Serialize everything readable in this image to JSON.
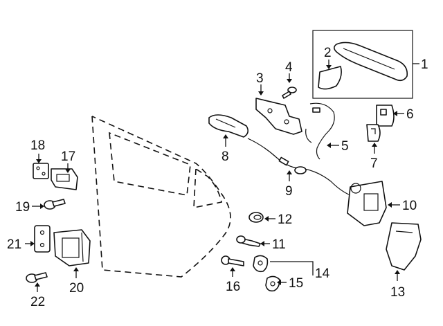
{
  "callouts": [
    {
      "id": "c1",
      "text": "1"
    },
    {
      "id": "c2",
      "text": "2"
    },
    {
      "id": "c3",
      "text": "3"
    },
    {
      "id": "c4",
      "text": "4"
    },
    {
      "id": "c5",
      "text": "5"
    },
    {
      "id": "c6",
      "text": "6"
    },
    {
      "id": "c7",
      "text": "7"
    },
    {
      "id": "c8",
      "text": "8"
    },
    {
      "id": "c9",
      "text": "9"
    },
    {
      "id": "c10",
      "text": "10"
    },
    {
      "id": "c11",
      "text": "11"
    },
    {
      "id": "c12",
      "text": "12"
    },
    {
      "id": "c13",
      "text": "13"
    },
    {
      "id": "c14",
      "text": "14"
    },
    {
      "id": "c15",
      "text": "15"
    },
    {
      "id": "c16",
      "text": "16"
    },
    {
      "id": "c17",
      "text": "17"
    },
    {
      "id": "c18",
      "text": "18"
    },
    {
      "id": "c19",
      "text": "19"
    },
    {
      "id": "c20",
      "text": "20"
    },
    {
      "id": "c21",
      "text": "21"
    },
    {
      "id": "c22",
      "text": "22"
    }
  ]
}
